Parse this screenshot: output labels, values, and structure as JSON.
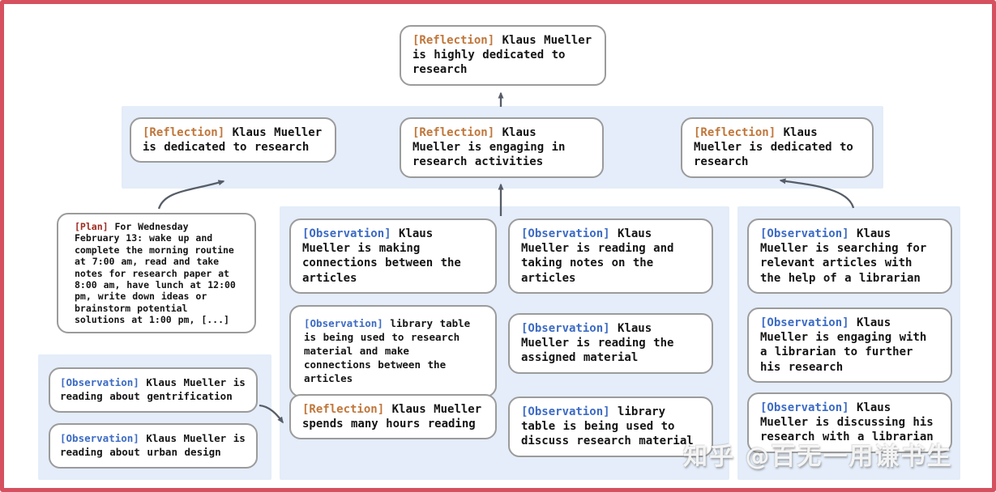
{
  "watermark": "知乎 @百无一用谦书生",
  "colors": {
    "frame_border": "#d5515f",
    "band_background": "#e4edf9",
    "node_border": "#9b9b9b",
    "reflection_tag": "#c0763a",
    "observation_tag": "#3c6bc4",
    "plan_tag": "#9e2b22",
    "arrow": "#565d68"
  },
  "nodes": {
    "top": {
      "tag": "[Reflection]",
      "text": "Klaus Mueller is highly dedicated to research"
    },
    "row2_left": {
      "tag": "[Reflection]",
      "text": "Klaus Mueller is dedicated to research"
    },
    "row2_mid": {
      "tag": "[Reflection]",
      "text": "Klaus Mueller is engaging in research activities"
    },
    "row2_right": {
      "tag": "[Reflection]",
      "text": "Klaus Mueller is dedicated to research"
    },
    "plan": {
      "tag": "[Plan]",
      "text": "For Wednesday February 13: wake up and complete the morning routine at 7:00 am, read and take notes for research paper at 8:00 am, have lunch at 12:00 pm, write down ideas or brainstorm potential solutions at 1:00 pm, [...]"
    },
    "left_obs_1": {
      "tag": "[Observation]",
      "text": "Klaus Mueller is reading about gentrification"
    },
    "left_obs_2": {
      "tag": "[Observation]",
      "text": "Klaus Mueller is reading about urban design"
    },
    "mid_c1_r1": {
      "tag": "[Observation]",
      "text": "Klaus Mueller is making connections between the articles"
    },
    "mid_c1_r2": {
      "tag": "[Observation]",
      "text": "library table is being used to research material and make connections between the articles"
    },
    "mid_c1_r3": {
      "tag": "[Reflection]",
      "text": "Klaus Mueller spends many hours reading"
    },
    "mid_c2_r1": {
      "tag": "[Observation]",
      "text": "Klaus Mueller is reading and taking notes on the articles"
    },
    "mid_c2_r2": {
      "tag": "[Observation]",
      "text": "Klaus Mueller is reading the assigned material"
    },
    "mid_c2_r3": {
      "tag": "[Observation]",
      "text": "library table is being used to discuss research material"
    },
    "right_r1": {
      "tag": "[Observation]",
      "text": "Klaus Mueller is searching for relevant articles with the help of a librarian"
    },
    "right_r2": {
      "tag": "[Observation]",
      "text": "Klaus Mueller is engaging with a librarian to further his research"
    },
    "right_r3": {
      "tag": "[Observation]",
      "text": "Klaus Mueller is discussing his research with a librarian"
    }
  }
}
